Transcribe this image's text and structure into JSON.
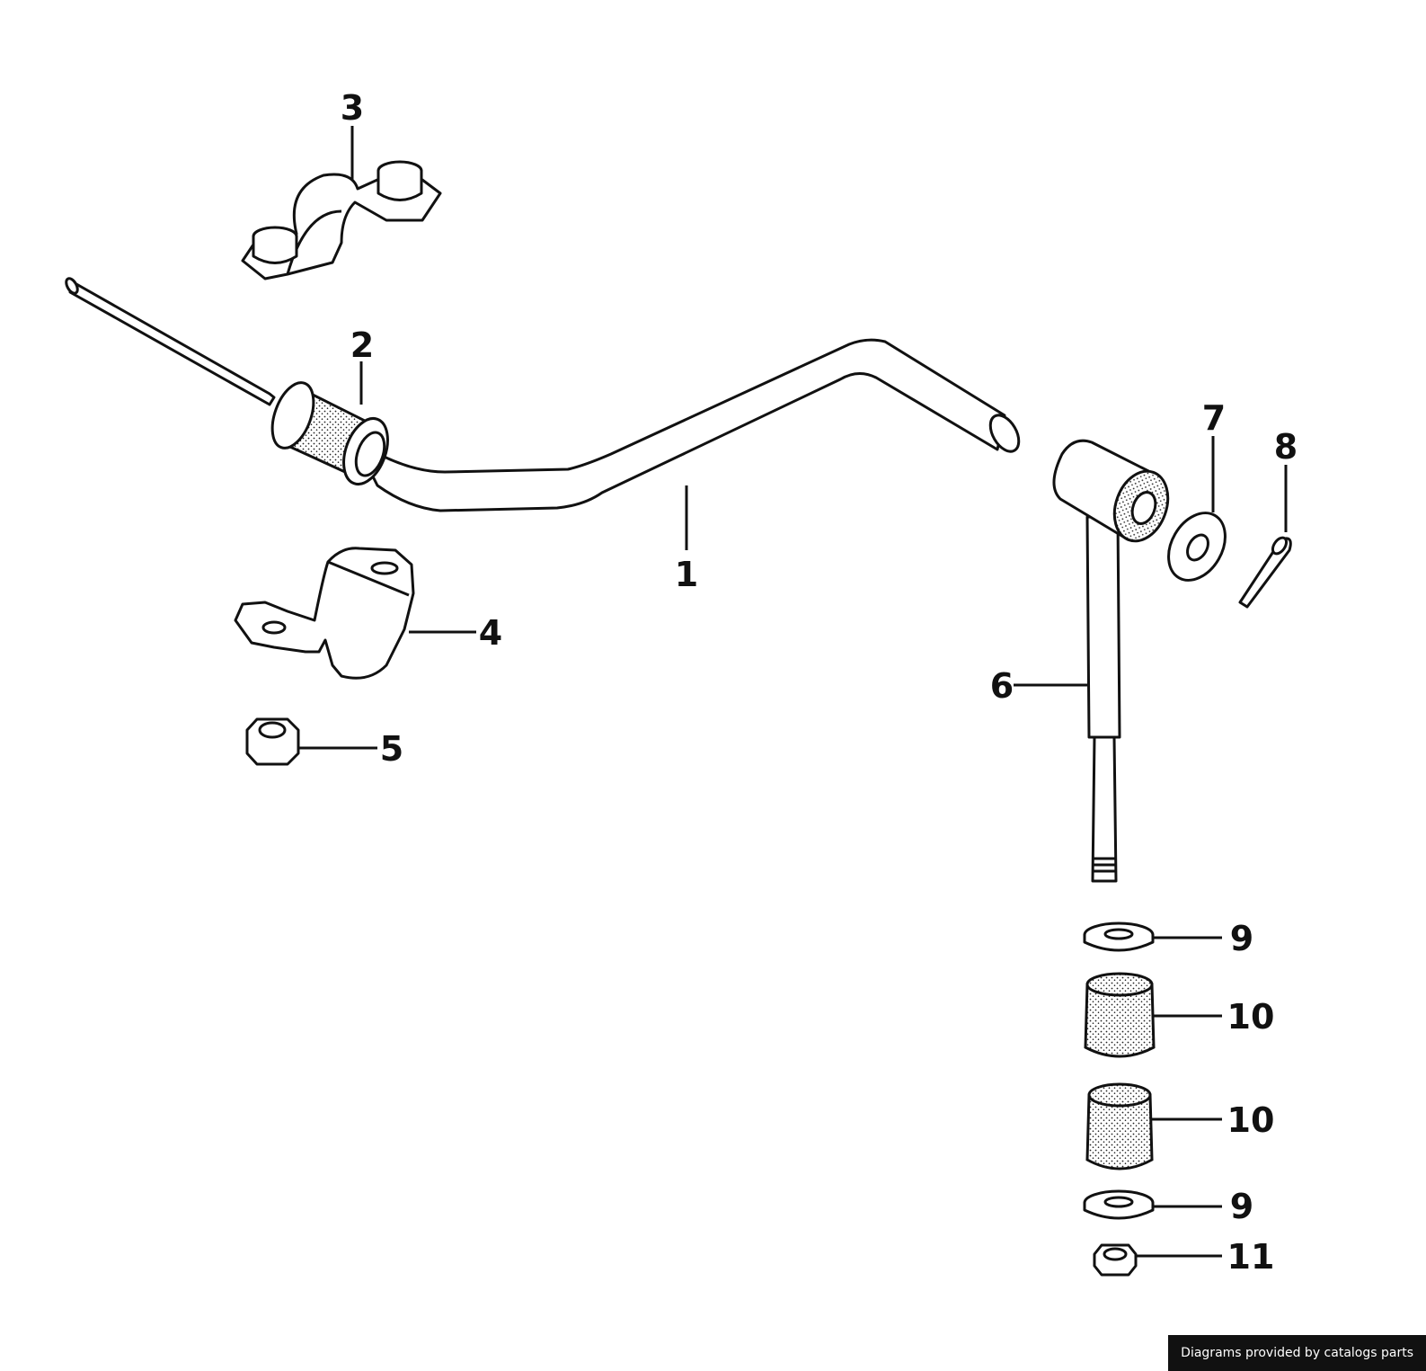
{
  "diagram": {
    "callouts": [
      {
        "id": "part-1",
        "label": "1"
      },
      {
        "id": "part-2",
        "label": "2"
      },
      {
        "id": "part-3",
        "label": "3"
      },
      {
        "id": "part-4",
        "label": "4"
      },
      {
        "id": "part-5",
        "label": "5"
      },
      {
        "id": "part-6",
        "label": "6"
      },
      {
        "id": "part-7",
        "label": "7"
      },
      {
        "id": "part-8",
        "label": "8"
      },
      {
        "id": "part-9-top",
        "label": "9"
      },
      {
        "id": "part-10-top",
        "label": "10"
      },
      {
        "id": "part-10-bottom",
        "label": "10"
      },
      {
        "id": "part-9-bottom",
        "label": "9"
      },
      {
        "id": "part-11",
        "label": "11"
      }
    ]
  },
  "footer": {
    "credit": "Diagrams provided by catalogs parts"
  },
  "colors": {
    "ink": "#111111",
    "background": "#ffffff",
    "footer_bg": "#111111",
    "footer_text": "#ffffff"
  }
}
